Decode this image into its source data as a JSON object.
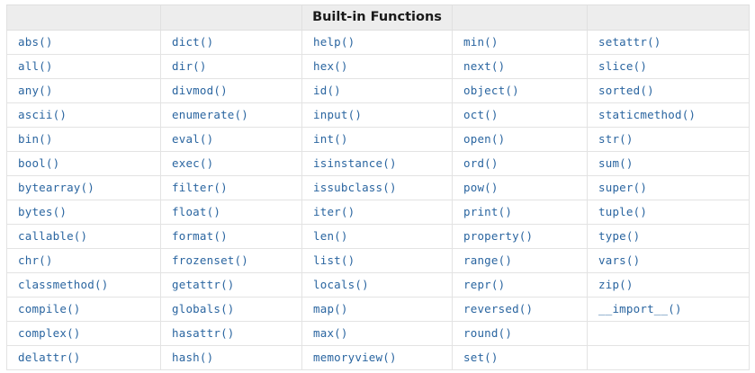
{
  "page": {
    "background_color": "#ffffff",
    "link_text_color": "#2a65a0",
    "header_background_color": "#ededed",
    "border_color": "#e3e3e3"
  },
  "table": {
    "title": "Built-in Functions",
    "title_column_index": 2,
    "column_count": 5,
    "row_count": 15,
    "header_cells": [
      "",
      "",
      "Built-in Functions",
      "",
      ""
    ],
    "rows": [
      [
        "abs()",
        "dict()",
        "help()",
        "min()",
        "setattr()"
      ],
      [
        "all()",
        "dir()",
        "hex()",
        "next()",
        "slice()"
      ],
      [
        "any()",
        "divmod()",
        "id()",
        "object()",
        "sorted()"
      ],
      [
        "ascii()",
        "enumerate()",
        "input()",
        "oct()",
        "staticmethod()"
      ],
      [
        "bin()",
        "eval()",
        "int()",
        "open()",
        "str()"
      ],
      [
        "bool()",
        "exec()",
        "isinstance()",
        "ord()",
        "sum()"
      ],
      [
        "bytearray()",
        "filter()",
        "issubclass()",
        "pow()",
        "super()"
      ],
      [
        "bytes()",
        "float()",
        "iter()",
        "print()",
        "tuple()"
      ],
      [
        "callable()",
        "format()",
        "len()",
        "property()",
        "type()"
      ],
      [
        "chr()",
        "frozenset()",
        "list()",
        "range()",
        "vars()"
      ],
      [
        "classmethod()",
        "getattr()",
        "locals()",
        "repr()",
        "zip()"
      ],
      [
        "compile()",
        "globals()",
        "map()",
        "reversed()",
        "__import__()"
      ],
      [
        "complex()",
        "hasattr()",
        "max()",
        "round()",
        ""
      ],
      [
        "delattr()",
        "hash()",
        "memoryview()",
        "set()",
        ""
      ]
    ]
  }
}
